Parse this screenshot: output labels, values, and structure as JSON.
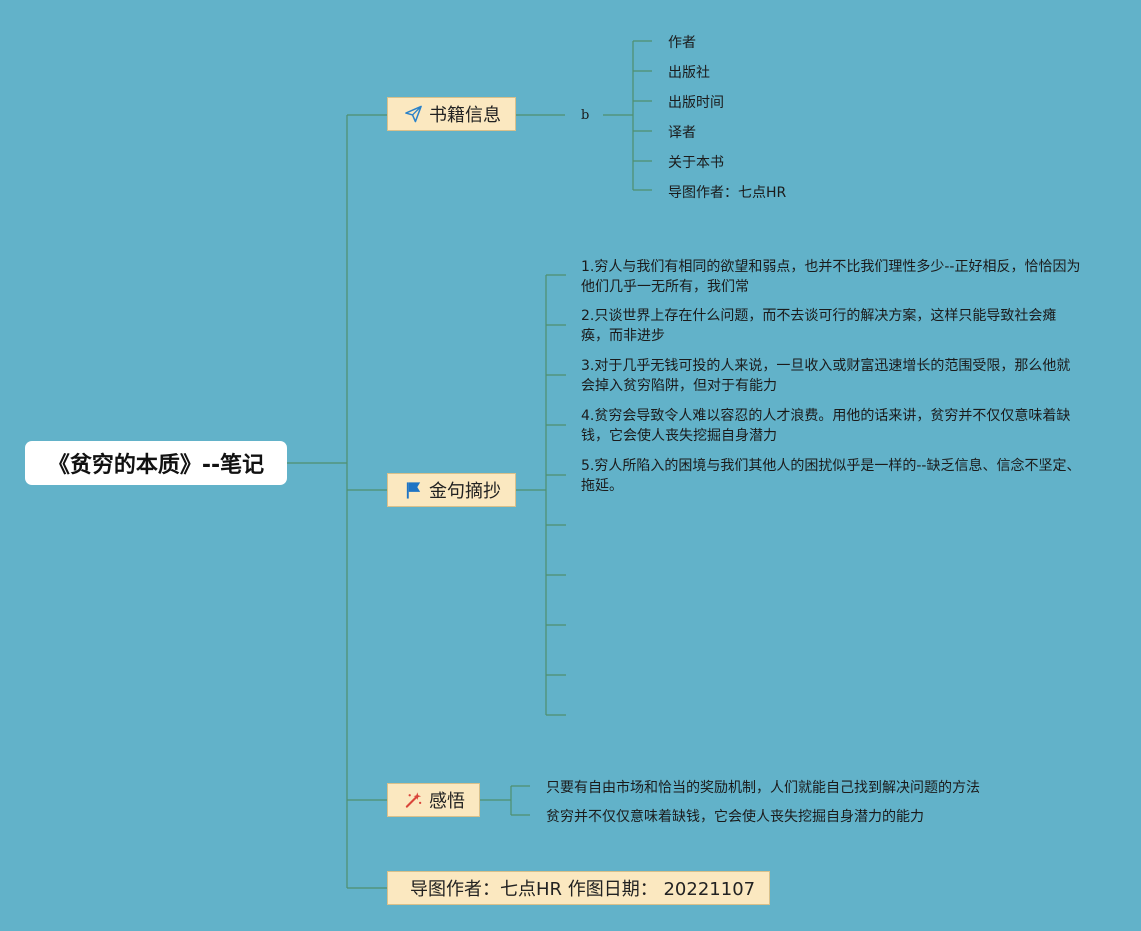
{
  "root_title": "《贫穷的本质》--笔记",
  "branches": {
    "book_info": {
      "label": "书籍信息",
      "icon": "paper-plane-icon",
      "sub_label": "b",
      "items": [
        "作者",
        "出版社",
        "出版时间",
        "译者",
        "关于本书",
        "导图作者：七点HR"
      ]
    },
    "quotes": {
      "label": "金句摘抄",
      "icon": "flag-icon",
      "items": [
        "1.穷人与我们有相同的欲望和弱点，也并不比我们理性多少--正好相反，恰恰因为他们几乎一无所有，我们常",
        "2.只谈世界上存在什么问题，而不去谈可行的解决方案，这样只能导致社会瘫痪，而非进步",
        "3.对于几乎无钱可投的人来说，一旦收入或财富迅速增长的范围受限，那么他就会掉入贫穷陷阱，但对于有能力",
        "4.贫穷会导致令人难以容忍的人才浪费。用他的话来讲，贫穷并不仅仅意味着缺钱，它会使人丧失挖掘自身潜力",
        "5.穷人所陷入的困境与我们其他人的困扰似乎是一样的--缺乏信息、信念不坚定、拖延。"
      ]
    },
    "insights": {
      "label": "感悟",
      "icon": "sparkle-wand-icon",
      "items": [
        "只要有自由市场和恰当的奖励机制，人们就能自己找到解决问题的方法",
        "贫穷并不仅仅意味着缺钱，它会使人丧失挖掘自身潜力的能力"
      ]
    },
    "author": {
      "label": "导图作者：七点HR 作图日期： 20221107",
      "icon": "flame-icon"
    }
  },
  "colors": {
    "background": "#62b2c9",
    "line": "#4f8f6e",
    "branch_fill": "#fbe8c0",
    "root_fill": "#ffffff"
  }
}
